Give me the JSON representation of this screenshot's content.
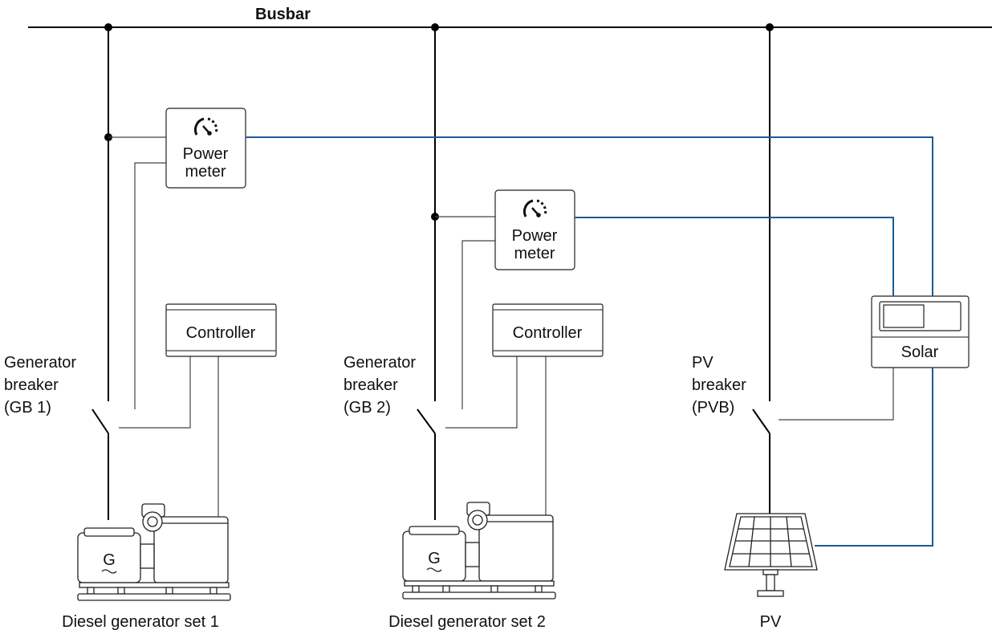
{
  "busbar": {
    "label": "Busbar"
  },
  "power_meters": [
    {
      "label_line1": "Power",
      "label_line2": "meter"
    },
    {
      "label_line1": "Power",
      "label_line2": "meter"
    }
  ],
  "controllers": [
    {
      "label": "Controller"
    },
    {
      "label": "Controller"
    }
  ],
  "solar_controller": {
    "label": "Solar"
  },
  "breakers": [
    {
      "line1": "Generator",
      "line2": "breaker",
      "line3": "(GB 1)"
    },
    {
      "line1": "Generator",
      "line2": "breaker",
      "line3": "(GB 2)"
    },
    {
      "line1": "PV",
      "line2": "breaker",
      "line3": "(PVB)"
    }
  ],
  "generator_symbol": {
    "letter": "G",
    "ac": "~"
  },
  "equipment": [
    {
      "label": "Diesel generator set 1"
    },
    {
      "label": "Diesel generator set 2"
    },
    {
      "label": "PV"
    }
  ],
  "colors": {
    "wire": "#000000",
    "comm_line": "#1d5a97"
  },
  "icons": {
    "power_meter": "gauge-icon",
    "generator": "diesel-generator-icon",
    "pv": "solar-panel-icon"
  }
}
